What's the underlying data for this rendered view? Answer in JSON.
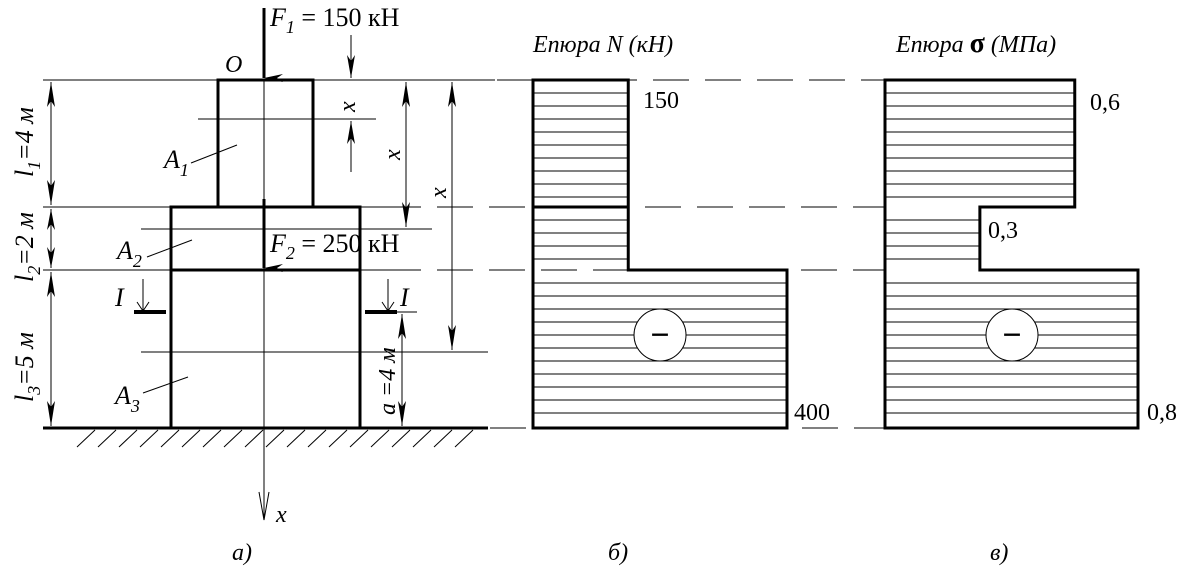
{
  "figure": {
    "panel_a": {
      "caption": "а)",
      "loads": [
        {
          "symbol": "F",
          "sub": "1",
          "text": " = 150 кН",
          "value_kN": 150
        },
        {
          "symbol": "F",
          "sub": "2",
          "text": " = 250 кН",
          "value_kN": 250
        }
      ],
      "origin_label": "O",
      "axis_label": "x",
      "x_marks": [
        "x",
        "x",
        "x"
      ],
      "areas": [
        {
          "symbol": "A",
          "sub": "1"
        },
        {
          "symbol": "A",
          "sub": "2"
        },
        {
          "symbol": "A",
          "sub": "3"
        }
      ],
      "lengths": [
        {
          "symbol": "l",
          "sub": "1",
          "text": "=4 м",
          "value_m": 4
        },
        {
          "symbol": "l",
          "sub": "2",
          "text": "=2 м",
          "value_m": 2
        },
        {
          "symbol": "l",
          "sub": "3",
          "text": "=5 м",
          "value_m": 5
        }
      ],
      "section_mark": "I",
      "section_offset": {
        "text": "a =4 м",
        "value_m": 4
      }
    },
    "panel_b": {
      "caption": "б)",
      "title": "Епюра N (кН)",
      "sign": "−",
      "segments": [
        {
          "segment": 1,
          "value": 150,
          "label": "150"
        },
        {
          "segment": 2,
          "value": 150,
          "label": ""
        },
        {
          "segment": 3,
          "value": 400,
          "label": "400"
        }
      ]
    },
    "panel_c": {
      "caption": "в)",
      "title_prefix": "Епюра ",
      "title_symbol": "σ",
      "title_suffix": " (МПа)",
      "sign": "−",
      "segments": [
        {
          "segment": 1,
          "value": 0.6,
          "label": "0,6"
        },
        {
          "segment": 2,
          "value": 0.3,
          "label": "0,3"
        },
        {
          "segment": 3,
          "value": 0.8,
          "label": "0,8"
        }
      ]
    }
  }
}
